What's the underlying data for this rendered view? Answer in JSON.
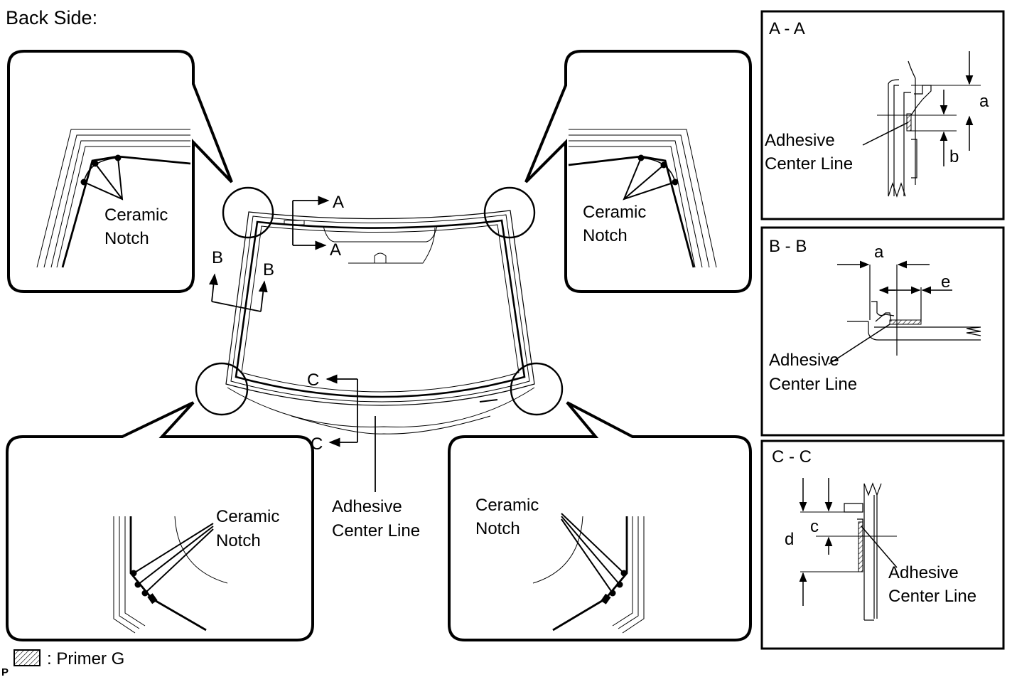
{
  "title": "Back Side:",
  "callouts": {
    "top_left": [
      "Ceramic",
      "Notch"
    ],
    "top_right": [
      "Ceramic",
      "Notch"
    ],
    "bottom_left": [
      "Ceramic",
      "Notch"
    ],
    "bottom_right": [
      "Ceramic",
      "Notch"
    ]
  },
  "section_marks": {
    "a": "A",
    "b": "B",
    "c": "C"
  },
  "adhesive_label": [
    "Adhesive",
    "Center Line"
  ],
  "sections": {
    "aa": {
      "title": "A - A",
      "label": [
        "Adhesive",
        "Center Line"
      ],
      "dims": [
        "a",
        "b"
      ]
    },
    "bb": {
      "title": "B - B",
      "label": [
        "Adhesive",
        "Center Line"
      ],
      "dims": [
        "a",
        "e"
      ]
    },
    "cc": {
      "title": "C - C",
      "label": [
        "Adhesive",
        "Center Line"
      ],
      "dims": [
        "c",
        "d"
      ]
    }
  },
  "legend": {
    "text": ": Primer G",
    "corner_mark": "P"
  }
}
